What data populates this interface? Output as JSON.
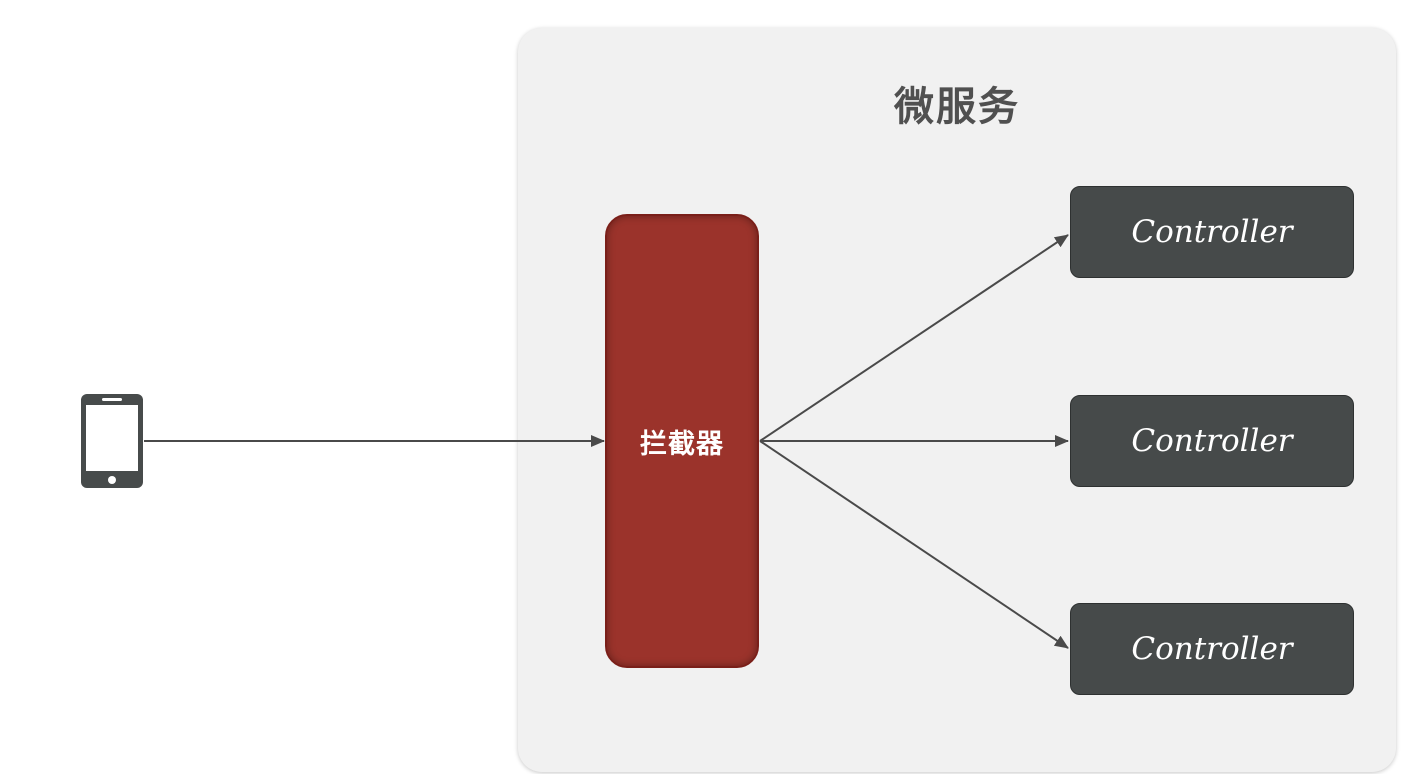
{
  "title": "微服务",
  "interceptor": {
    "label": "拦截器"
  },
  "controllers": [
    {
      "label": "Controller"
    },
    {
      "label": "Controller"
    },
    {
      "label": "Controller"
    }
  ],
  "client": {
    "icon": "mobile-phone-icon"
  },
  "colors": {
    "container_bg": "#f1f1f1",
    "interceptor_fill": "#9b332b",
    "controller_fill": "#464a4a",
    "title_text": "#505050",
    "arrow": "#4a4a4a",
    "phone": "#474b4b"
  }
}
